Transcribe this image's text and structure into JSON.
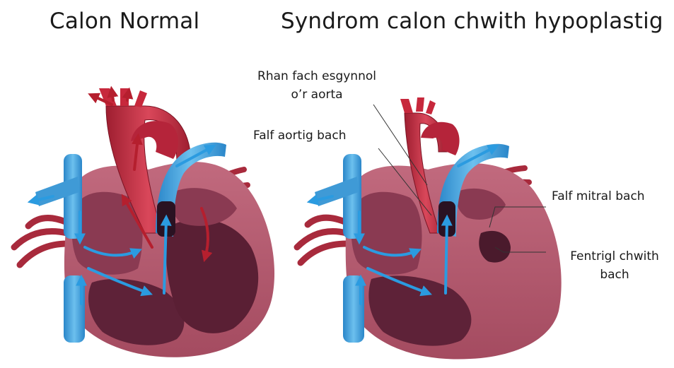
{
  "titles": {
    "normal": "Calon Normal",
    "hlhs": "Syndrom calon chwith hypoplastig"
  },
  "labels": {
    "aorta_line1": "Rhan fach esgynnol",
    "aorta_line2": "o’r aorta",
    "aortic_valve": "Falf aortig bach",
    "mitral_valve": "Falf mitral bach",
    "left_ventricle_line1": "Fentrigl chwith",
    "left_ventricle_line2": "bach"
  },
  "colors": {
    "heart_wall": "#b35a6e",
    "heart_inner": "#7a2d44",
    "chamber_dark": "#4a1a2c",
    "oxygenated": "#c7283c",
    "deoxygenated": "#3f9ad6",
    "arrow_blue": "#2b9be0",
    "arrow_red": "#b51f2e"
  }
}
